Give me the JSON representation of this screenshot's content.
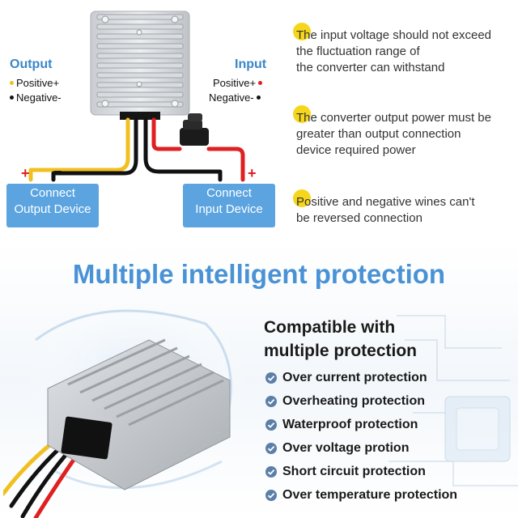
{
  "wiring": {
    "output_title": "Output",
    "input_title": "Input",
    "output_positive": "Positive+",
    "output_negative": "Negative-",
    "input_positive": "Positive+",
    "input_negative": "Negative-",
    "plus_sign": "+",
    "minus_sign": "−",
    "output_device_line1": "Connect",
    "output_device_line2": "Output Device",
    "input_device_line1": "Connect",
    "input_device_line2": "Input Device"
  },
  "notes": [
    {
      "lines": [
        "The input voltage should not exceed",
        "the fluctuation range of",
        "the converter can withstand"
      ]
    },
    {
      "lines": [
        "The converter output power must be",
        "greater than output connection",
        "device required power"
      ]
    },
    {
      "lines": [
        "Positive and negative wines can't",
        "be reversed connection"
      ]
    }
  ],
  "protection": {
    "title": "Multiple intelligent protection",
    "compat_line1": "Compatible with",
    "compat_line2": "multiple protection",
    "features": [
      "Over current protection",
      "Overheating protection",
      "Waterproof protection",
      "Over voltage protion",
      "Short circuit protection",
      "Over temperature protection"
    ]
  },
  "colors": {
    "accent_blue": "#4a92d6",
    "box_blue": "#5ba4e0",
    "bullet_yellow": "#f6d61a",
    "wire_red": "#e02020",
    "wire_yellow": "#f0c020",
    "wire_black": "#111111"
  },
  "icons": {
    "feature_bullet": "check-circle-icon",
    "note_marker": "yellow-dot-icon"
  }
}
